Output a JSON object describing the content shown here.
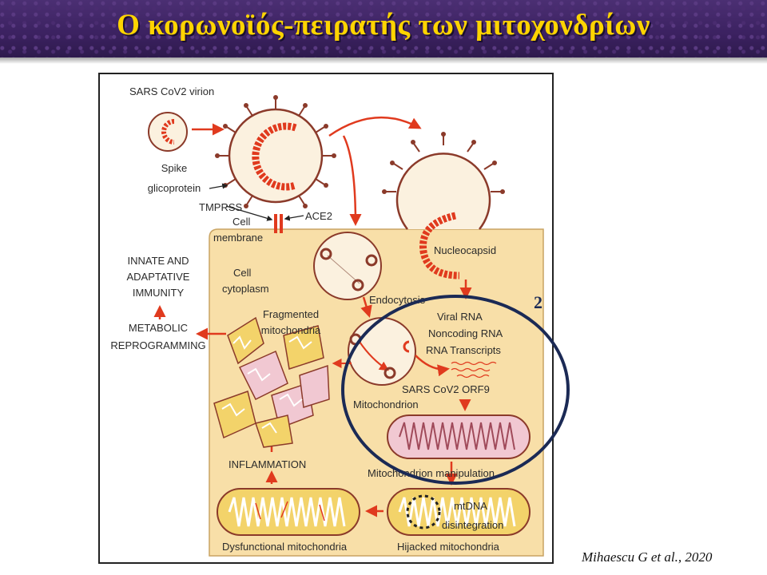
{
  "slide": {
    "title": "Ο κορωνοϊός-πειρατής των μιτοχονδρίων",
    "citation": "Mihaescu G et al., 2020",
    "marker_number": "2"
  },
  "diagram": {
    "virion": "SARS CoV2 virion",
    "spike_1": "Spike",
    "spike_2": "glicoprotein",
    "tmprss": "TMPRSS",
    "ace2": "ACE2",
    "cell_membrane_1": "Cell",
    "cell_membrane_2": "membrane",
    "cell_cytoplasm_1": "Cell",
    "cell_cytoplasm_2": "cytoplasm",
    "nucleocapsid": "Nucleocapsid",
    "endocytosis": "Endocytosis",
    "immunity_1": "INNATE AND",
    "immunity_2": "ADAPTATIVE",
    "immunity_3": "IMMUNITY",
    "metabolic_1": "METABOLIC",
    "metabolic_2": "REPROGRAMMING",
    "fragmented_1": "Fragmented",
    "fragmented_2": "mitochondria",
    "viral_rna": "Viral RNA",
    "noncoding_rna": "Noncoding RNA",
    "rna_transcripts": "RNA Transcripts",
    "orf9": "SARS CoV2  ORF9",
    "mitochondrion": "Mitochondrion",
    "manipulation": "Mitochondrion  manipulation",
    "inflammation": "INFLAMMATION",
    "mtdna_1": "mtDNA",
    "mtdna_2": "disintegration",
    "dysfunctional": "Dysfunctional mitochondria",
    "hijacked": "Hijacked mitochondria"
  },
  "colors": {
    "title": "#ffd400",
    "header": "#3b2160",
    "cell": "#f8dfa8",
    "arrow": "#e03a1e",
    "virus_outline": "#8b3a2a",
    "mito_pink": "#f1c8d2",
    "mito_yellow": "#f3d36a",
    "circle_marker": "#1b2a55"
  }
}
